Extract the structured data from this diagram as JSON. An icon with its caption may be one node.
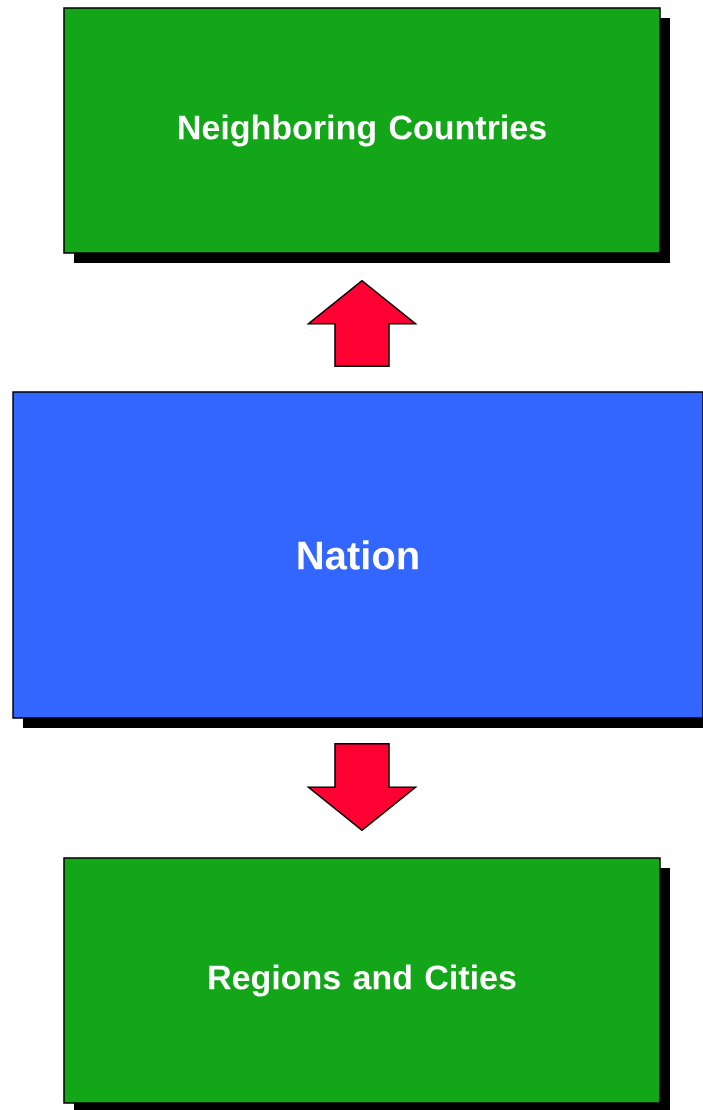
{
  "diagram": {
    "nodes": [
      {
        "text": [
          "Neighboring Countries"
        ]
      },
      {
        "text": [
          "Nation"
        ]
      },
      {
        "text": [
          "Regions and Cities"
        ]
      }
    ],
    "edges": [
      {
        "from": 1,
        "to": 0,
        "arrow": "to"
      },
      {
        "from": 1,
        "to": 2,
        "arrow": "to"
      }
    ]
  }
}
